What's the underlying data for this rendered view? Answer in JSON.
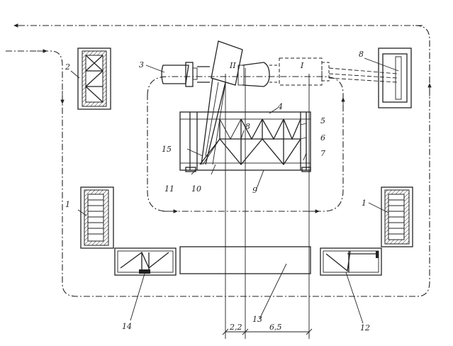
{
  "labels": {
    "n1": "1",
    "n2": "2",
    "n3": "3",
    "n4": "4",
    "n5": "5",
    "n6": "6",
    "n7": "7",
    "n8": "8",
    "n9": "9",
    "n10": "10",
    "n11": "11",
    "n12": "12",
    "n13": "13",
    "n14": "14",
    "n15": "15",
    "crane_II": "II",
    "crane_I": "I"
  },
  "dimensions": {
    "d1": "2,2",
    "d2": "6,5"
  }
}
